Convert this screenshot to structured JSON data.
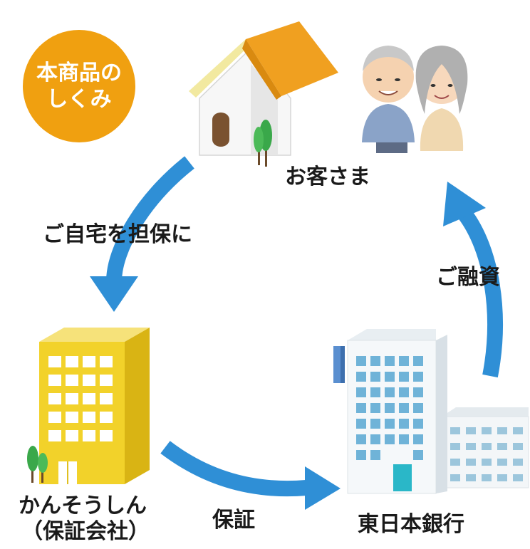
{
  "badge": {
    "line1": "本商品の",
    "line2": "しくみ"
  },
  "nodes": {
    "customer": "お客さま",
    "guarantor_line1": "かんそうしん",
    "guarantor_line2": "（保証会社）",
    "bank": "東日本銀行"
  },
  "edges": {
    "collateral": "ご自宅を担保に",
    "guarantee": "保証",
    "loan": "ご融資"
  },
  "colors": {
    "arrow": "#2f8fd6",
    "badge": "#f0a010",
    "roof": "#f0a020",
    "guarantor_building": "#f2d22a",
    "bank_windows": "#6fb3d8"
  }
}
